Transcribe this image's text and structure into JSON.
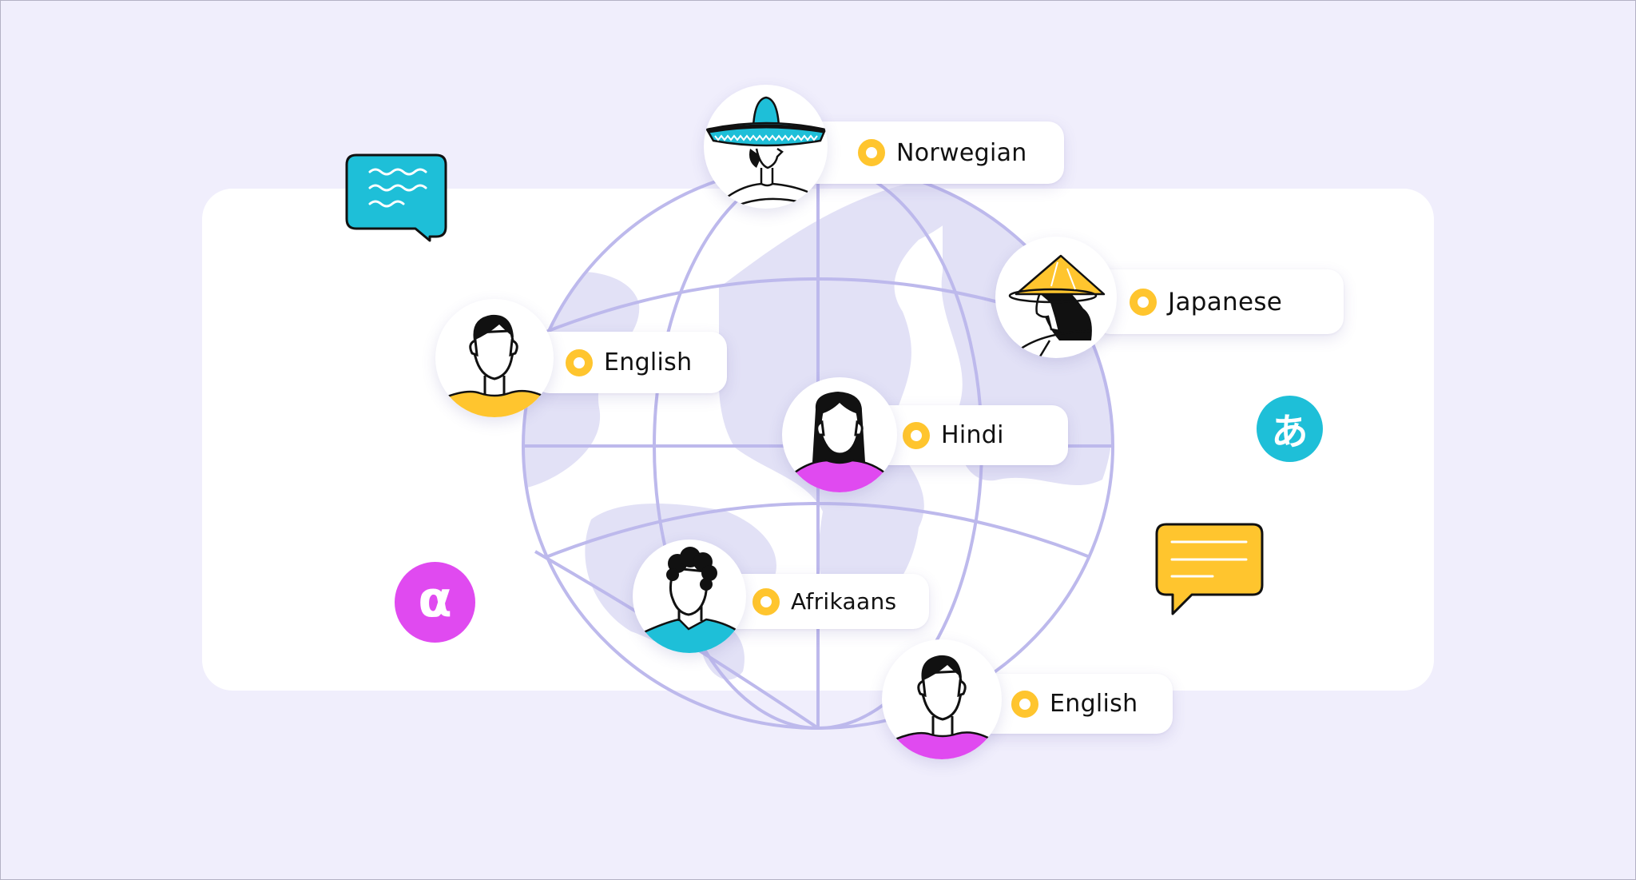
{
  "scene": {
    "background_color": "#F0EEFC",
    "card_color": "#FFFFFF",
    "globe_line_color": "#BDB9EC",
    "landmass_color": "#E2E1F6"
  },
  "people": [
    {
      "id": "norwegian",
      "language": "Norwegian",
      "shirt_color": "none",
      "hat": "sombrero",
      "hat_color": "#1EBFD8"
    },
    {
      "id": "japanese",
      "language": "Japanese",
      "shirt_color": "none",
      "hat": "conical",
      "hat_color": "#FFC52E"
    },
    {
      "id": "english-1",
      "language": "English",
      "shirt_color": "#FFC52E"
    },
    {
      "id": "hindi",
      "language": "Hindi",
      "shirt_color": "#E04AF0"
    },
    {
      "id": "afrikaans",
      "language": "Afrikaans",
      "shirt_color": "#1EBFD8"
    },
    {
      "id": "english-2",
      "language": "English",
      "shirt_color": "#E04AF0"
    }
  ],
  "status_dot_color": "#FFC52E",
  "badges": {
    "hiragana": {
      "glyph": "あ",
      "color": "#1EBFD8",
      "icon": "hiragana-icon"
    },
    "alpha": {
      "glyph": "α",
      "color": "#E04AF0",
      "icon": "alpha-icon"
    }
  },
  "speech_bubbles": [
    {
      "icon": "chat-bubble-icon",
      "color": "#1EBFD8",
      "lines": "wavy"
    },
    {
      "icon": "chat-bubble-icon",
      "color": "#FFC52E",
      "lines": "straight"
    }
  ]
}
